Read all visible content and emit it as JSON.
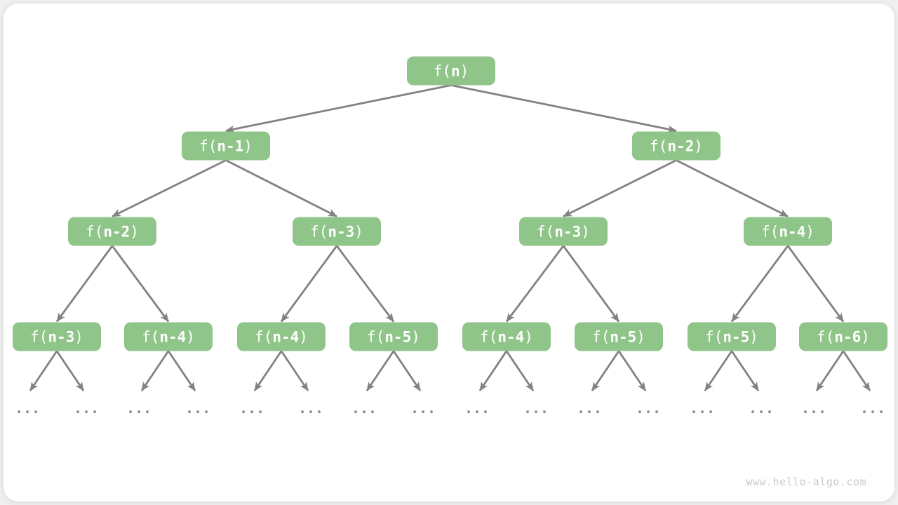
{
  "page": {
    "watermark": "www.hello-algo.com"
  },
  "colors": {
    "node_fill": "#90C589",
    "node_text": "#ffffff",
    "arrow": "#828282",
    "ellipsis": "#8a8a8a",
    "watermark": "#c9c9c9",
    "card_bg": "#ffffff",
    "page_bg": "#f0f0f0"
  },
  "tree": {
    "description": "recursion-tree-of-f(n)",
    "levels": [
      [
        "f(n)"
      ],
      [
        "f(n-1)",
        "f(n-2)"
      ],
      [
        "f(n-2)",
        "f(n-3)",
        "f(n-3)",
        "f(n-4)"
      ],
      [
        "f(n-3)",
        "f(n-4)",
        "f(n-4)",
        "f(n-5)",
        "f(n-4)",
        "f(n-5)",
        "f(n-5)",
        "f(n-6)"
      ]
    ],
    "ellipsis": "...",
    "ellipsis_count": 16
  }
}
